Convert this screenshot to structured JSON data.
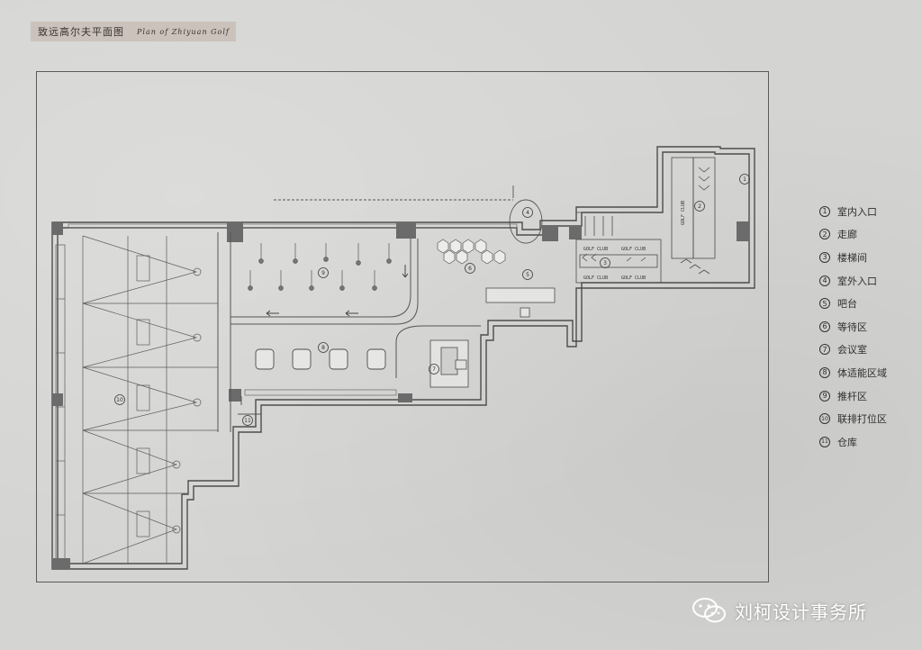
{
  "header": {
    "title_cn": "致远高尔夫平面图",
    "title_en": "Plan of Zhiyuan Golf"
  },
  "legend": [
    {
      "num": "1",
      "label": "室内入口"
    },
    {
      "num": "2",
      "label": "走廊"
    },
    {
      "num": "3",
      "label": "楼梯间"
    },
    {
      "num": "4",
      "label": "室外入口"
    },
    {
      "num": "5",
      "label": "吧台"
    },
    {
      "num": "6",
      "label": "等待区"
    },
    {
      "num": "7",
      "label": "会议室"
    },
    {
      "num": "8",
      "label": "体适能区域"
    },
    {
      "num": "9",
      "label": "推杆区"
    },
    {
      "num": "10",
      "label": "联排打位区"
    },
    {
      "num": "11",
      "label": "仓库"
    }
  ],
  "plan_labels": {
    "golf_club": "GOLF CLUB"
  },
  "watermark": {
    "text": "刘柯设计事务所"
  },
  "colors": {
    "background": "#d4d4d2",
    "title_tag": "#cbc2bb",
    "wall": "#555555",
    "column": "#666666"
  }
}
